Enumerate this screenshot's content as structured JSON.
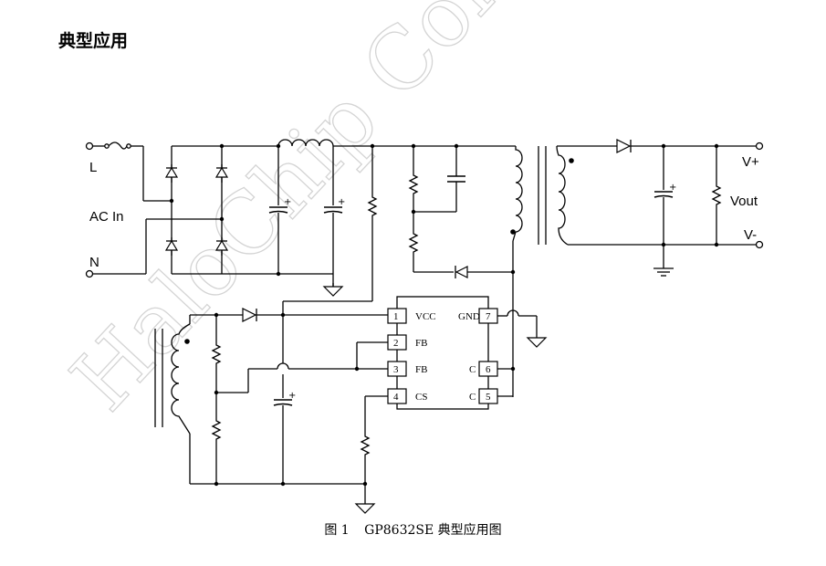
{
  "heading": "典型应用",
  "watermark": "HaloChip Conf",
  "labels": {
    "L": "L",
    "N": "N",
    "ac_in": "AC In",
    "v_plus": "V+",
    "v_minus": "V-",
    "vout": "Vout"
  },
  "ic_pins": [
    {
      "num": "1",
      "name": "VCC"
    },
    {
      "num": "2",
      "name": "FB"
    },
    {
      "num": "3",
      "name": "FB"
    },
    {
      "num": "4",
      "name": "CS"
    },
    {
      "num": "7",
      "name": "GND"
    },
    {
      "num": "6",
      "name": "C"
    },
    {
      "num": "5",
      "name": "C"
    }
  ],
  "cap_polarity": "+",
  "caption": {
    "figure": "图 1",
    "title": "GP8632SE 典型应用图"
  }
}
